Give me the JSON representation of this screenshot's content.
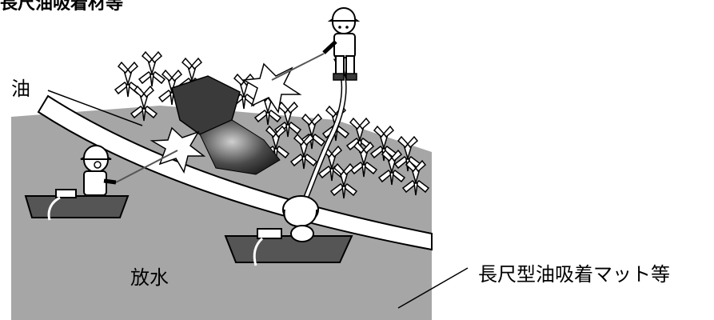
{
  "title": "長尺油吸着材等",
  "labels": {
    "oil": "油",
    "water_spray": "放水",
    "mat": "長尺型油吸着マット等"
  },
  "colors": {
    "water": "#a6a6a6",
    "boat": "#555555",
    "oil": "#3a3a3a",
    "outline": "#000000",
    "blocks": "#ffffff"
  }
}
